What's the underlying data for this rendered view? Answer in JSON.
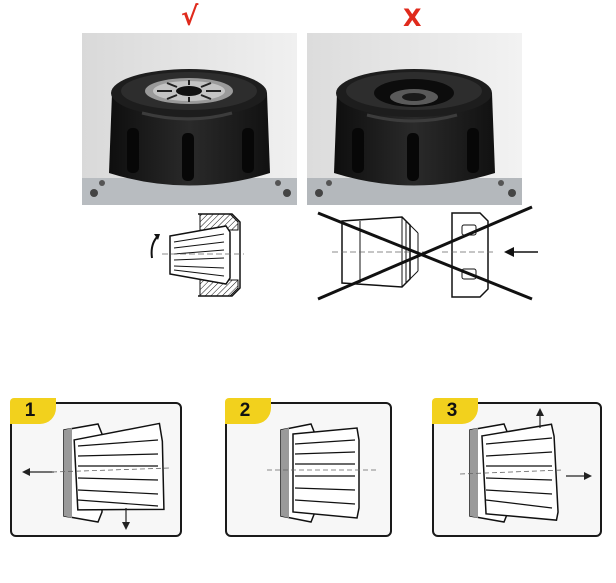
{
  "marks": {
    "correct": "√",
    "wrong": "X"
  },
  "steps": [
    {
      "number": "1"
    },
    {
      "number": "2"
    },
    {
      "number": "3"
    }
  ],
  "colors": {
    "mark": "#e02a1c",
    "badge": "#f2d11d",
    "panel_border": "#1a1a1a",
    "nut": "#1b1b1b"
  },
  "icons": [
    "rotate-arrow-icon",
    "push-arrow-icon",
    "left-arrow-icon",
    "down-arrow-icon",
    "up-arrow-icon",
    "right-arrow-icon"
  ]
}
